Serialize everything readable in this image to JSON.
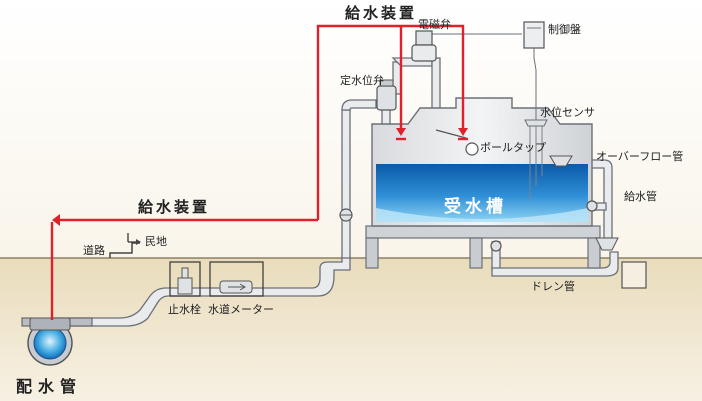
{
  "labels": {
    "supply_device_top": "給水装置",
    "supply_device_left": "給水装置",
    "control_panel": "制御盤",
    "solenoid_valve": "電磁弁",
    "fixed_level_valve": "定水位弁",
    "level_sensor": "水位センサ",
    "ball_tap": "ボールタップ",
    "overflow_pipe": "オーバーフロー管",
    "receiving_tank": "受水槽",
    "supply_pipe": "給水管",
    "road": "道路",
    "private_land": "民地",
    "stop_valve": "止水栓",
    "water_meter": "水道メーター",
    "drain_pipe": "ドレン管",
    "distribution_main": "配水管"
  },
  "colors": {
    "supply_line": "#e0202a",
    "pipe_fill": "#e6e8ea",
    "pipe_stroke": "#6b7078",
    "ground": "#e8dcc0",
    "tank_water_top": "#0d62b5",
    "tank_water_bottom": "#6fc3ee"
  }
}
